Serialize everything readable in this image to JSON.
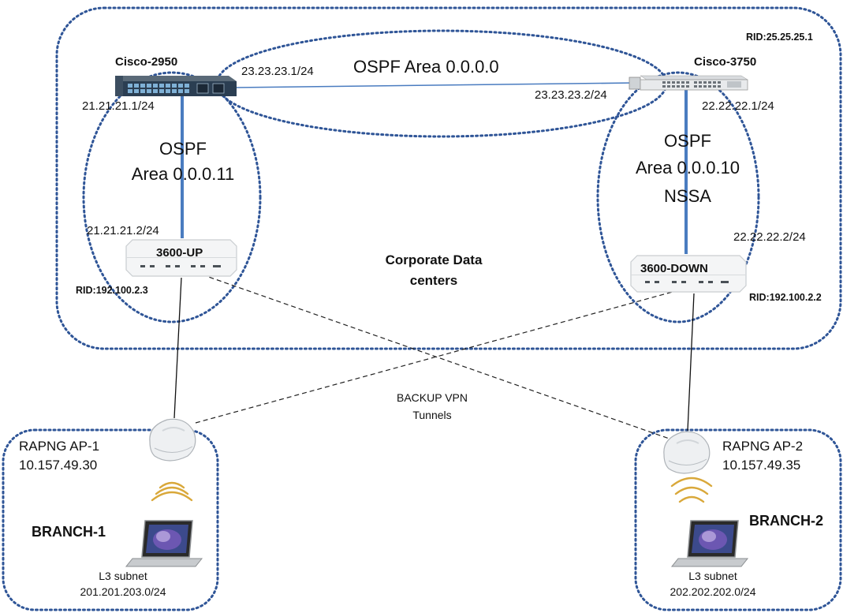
{
  "areas": {
    "backbone": "OSPF Area 0.0.0.0",
    "area11_line1": "OSPF",
    "area11_line2": "Area 0.0.0.11",
    "area10_line1": "OSPF",
    "area10_line2": "Area 0.0.0.10",
    "area10_line3": "NSSA"
  },
  "devices": {
    "cisco2950": "Cisco-2950",
    "cisco3750": "Cisco-3750",
    "up3600": "3600-UP",
    "down3600": "3600-DOWN"
  },
  "rids": {
    "cisco3750": "RID:25.25.25.1",
    "up3600": "RID:192.100.2.3",
    "down3600": "RID:192.100.2.2"
  },
  "ips": {
    "ip_23_1": "23.23.23.1/24",
    "ip_23_2": "23.23.23.2/24",
    "ip_21_1": "21.21.21.1/24",
    "ip_21_2": "21.21.21.2/24",
    "ip_22_1": "22.22.22.1/24",
    "ip_22_2": "22.22.22.2/24"
  },
  "datacenter": {
    "line1": "Corporate Data",
    "line2": "centers"
  },
  "vpn": {
    "line1": "BACKUP VPN",
    "line2": "Tunnels"
  },
  "branch1": {
    "ap_name": "RAPNG AP-1",
    "ap_ip": "10.157.49.30",
    "name": "BRANCH-1",
    "subnet_label": "L3 subnet",
    "subnet": "201.201.203.0/24"
  },
  "branch2": {
    "ap_name": "RAPNG AP-2",
    "ap_ip": "10.157.49.35",
    "name": "BRANCH-2",
    "subnet_label": "L3 subnet",
    "subnet": "202.202.202.0/24"
  },
  "colors": {
    "dotted_boundary": "#2f5597",
    "link_blue": "#4a7cc0",
    "tunnel": "#222222"
  }
}
